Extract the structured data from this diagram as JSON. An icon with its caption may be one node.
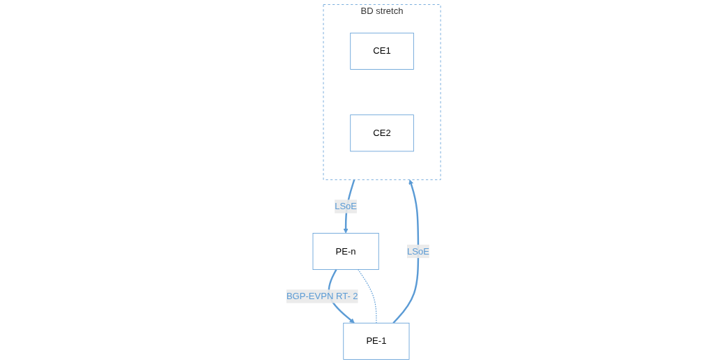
{
  "diagram": {
    "nodes": [
      {
        "text": [
          "PE-1"
        ]
      },
      {
        "text": [
          "PE-n"
        ]
      },
      {
        "text": [
          "BD stretch"
        ]
      },
      {
        "text": [
          "CE1"
        ],
        "in": 2
      },
      {
        "text": [
          "CE2"
        ],
        "in": 2
      }
    ],
    "edges": [
      {
        "from": 1,
        "to": 0,
        "arrow": "to",
        "label": "BGP-EVPN RT- 2"
      },
      {
        "from": 0,
        "to": 1,
        "arrow": "none",
        "style": "dashed"
      },
      {
        "from": 0,
        "to": 2,
        "arrow": "to",
        "label": "LSoE"
      },
      {
        "from": 2,
        "to": 1,
        "arrow": "to",
        "label": "LSoE"
      }
    ]
  }
}
